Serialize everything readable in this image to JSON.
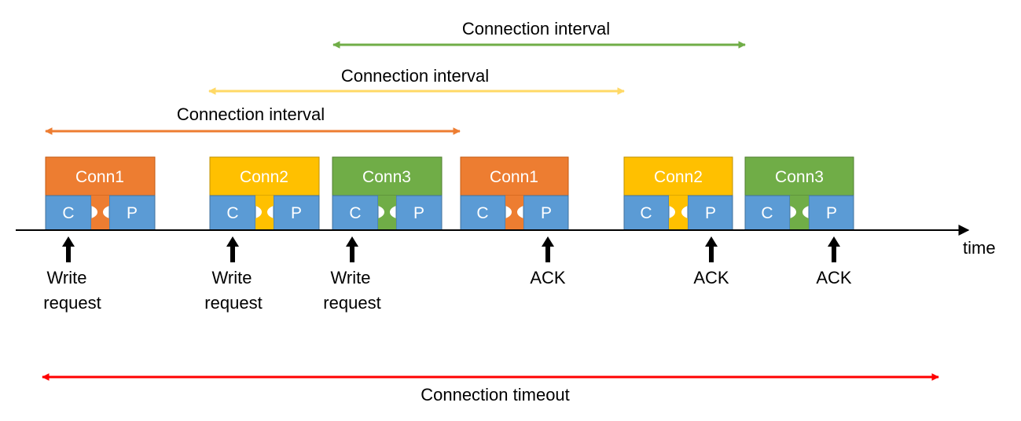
{
  "colors": {
    "orange": "#ED7D31",
    "yellow": "#FFC000",
    "green": "#70AD47",
    "blue": "#5B9BD5",
    "light_yellow": "#FFD966",
    "red": "#FF0000",
    "black": "#000000"
  },
  "intervals": [
    {
      "label": "Connection interval",
      "color": "#70AD47"
    },
    {
      "label": "Connection interval",
      "color": "#FFD966"
    },
    {
      "label": "Connection interval",
      "color": "#ED7D31"
    }
  ],
  "timeout": {
    "label": "Connection timeout",
    "color": "#FF0000"
  },
  "axis": {
    "label": "time"
  },
  "blocks": [
    {
      "title": "Conn1",
      "color": "#ED7D31",
      "c": "C",
      "p": "P"
    },
    {
      "title": "Conn2",
      "color": "#FFC000",
      "c": "C",
      "p": "P"
    },
    {
      "title": "Conn3",
      "color": "#70AD47",
      "c": "C",
      "p": "P"
    },
    {
      "title": "Conn1",
      "color": "#ED7D31",
      "c": "C",
      "p": "P"
    },
    {
      "title": "Conn2",
      "color": "#FFC000",
      "c": "C",
      "p": "P"
    },
    {
      "title": "Conn3",
      "color": "#70AD47",
      "c": "C",
      "p": "P"
    }
  ],
  "events": [
    {
      "line1": "Write",
      "line2": "request"
    },
    {
      "line1": "Write",
      "line2": "request"
    },
    {
      "line1": "Write",
      "line2": "request"
    },
    {
      "line1": "ACK",
      "line2": ""
    },
    {
      "line1": "ACK",
      "line2": ""
    },
    {
      "line1": "ACK",
      "line2": ""
    }
  ]
}
